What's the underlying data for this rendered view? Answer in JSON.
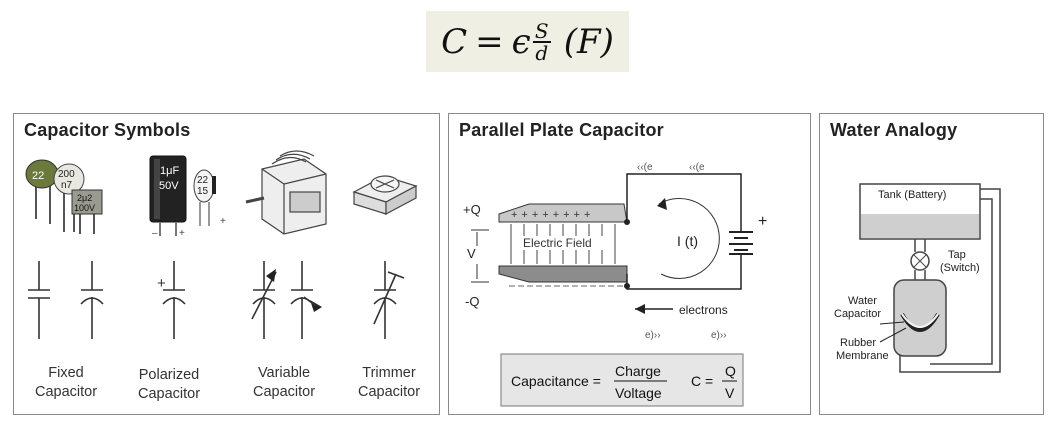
{
  "formula": {
    "lhs": "C",
    "equals": "=",
    "epsilon": "ϵ",
    "numerator": "S",
    "denominator": "d",
    "unit": "(F)"
  },
  "symbols_panel": {
    "title": "Capacitor Symbols",
    "component_markings": {
      "disc_a": "22",
      "disc_b_line1": "200",
      "disc_b_line2": "n7",
      "box_line1": "2μ2",
      "box_line2": "100V",
      "electrolytic_line1": "1μF",
      "electrolytic_line2": "50V",
      "small_line1": "22",
      "small_line2": "15"
    },
    "labels": [
      {
        "line1": "Fixed",
        "line2": "Capacitor"
      },
      {
        "line1": "Polarized",
        "line2": "Capacitor"
      },
      {
        "line1": "Variable",
        "line2": "Capacitor"
      },
      {
        "line1": "Trimmer",
        "line2": "Capacitor"
      }
    ],
    "polarized_plus": "+"
  },
  "parallel_panel": {
    "title": "Parallel Plate Capacitor",
    "plus_q": "+Q",
    "minus_q": "-Q",
    "v_label": "V",
    "field_label": "Electric Field",
    "current_label": "I (t)",
    "electrons_label": "electrons",
    "battery_plus": "+",
    "wave_top_left": "‹‹(e",
    "wave_top_right": "‹‹(e",
    "wave_bottom_left": "e)››",
    "wave_bottom_right": "e)››",
    "formula_capacitance": "Capacitance =",
    "formula_charge": "Charge",
    "formula_voltage": "Voltage",
    "formula_c": "C =",
    "formula_q": "Q",
    "formula_v": "V"
  },
  "water_panel": {
    "title": "Water Analogy",
    "tank_label": "Tank (Battery)",
    "tap_line1": "Tap",
    "tap_line2": "(Switch)",
    "water_line1": "Water",
    "water_line2": "Capacitor",
    "rubber_line1": "Rubber",
    "rubber_line2": "Membrane"
  },
  "colors": {
    "panel_border": "#8a8a8a",
    "formula_bg": "#f0efe4",
    "plate": "#bdbdbd",
    "formula_box": "#e6e6e6"
  }
}
